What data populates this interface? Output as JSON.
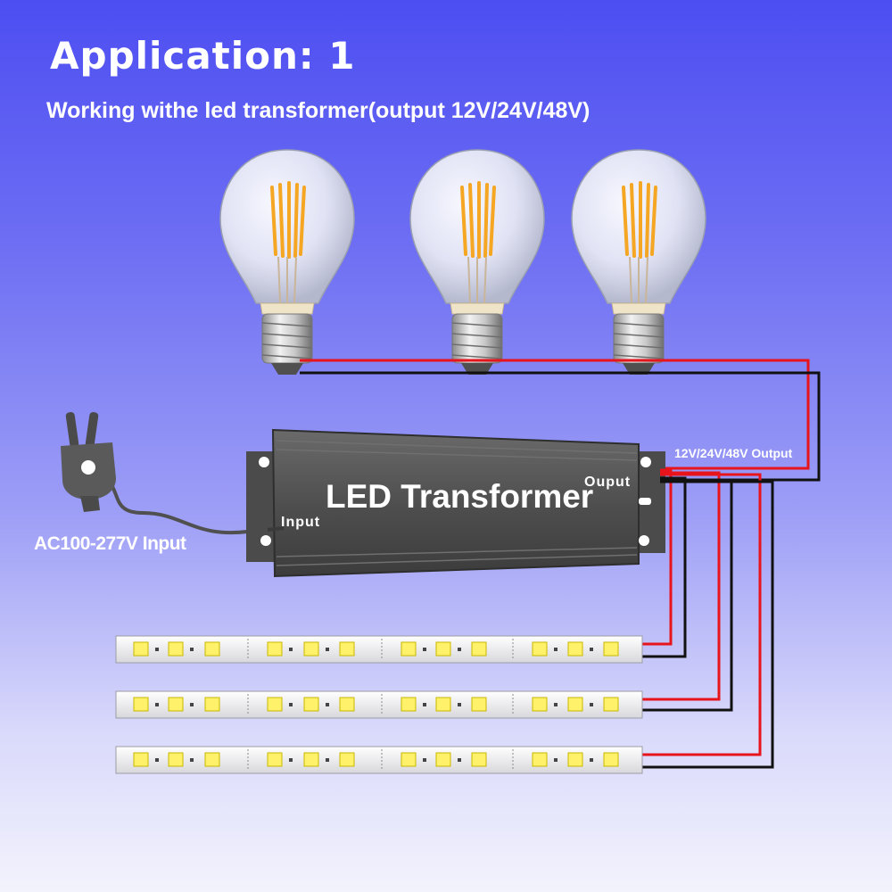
{
  "header": {
    "title": "Application: 1",
    "subtitle": "Working withe led transformer(output 12V/24V/48V)"
  },
  "transformer": {
    "label": "LED Transformer",
    "input_label": "Input",
    "output_port_label": "Ouput",
    "output_voltage_label": "12V/24V/48V Output"
  },
  "power": {
    "input_label": "AC100-277V Input"
  },
  "bulbs": {
    "count": 3
  },
  "led_strips": {
    "count": 3,
    "leds_per_strip": 12
  },
  "colors": {
    "positive_wire": "#e8141c",
    "negative_wire": "#111111",
    "background_top": "#4d4ef2",
    "background_bottom": "#f3f3fd",
    "filament": "#f5a623",
    "transformer_body": "#5b5b5b",
    "led_chip": "#fff26a"
  }
}
